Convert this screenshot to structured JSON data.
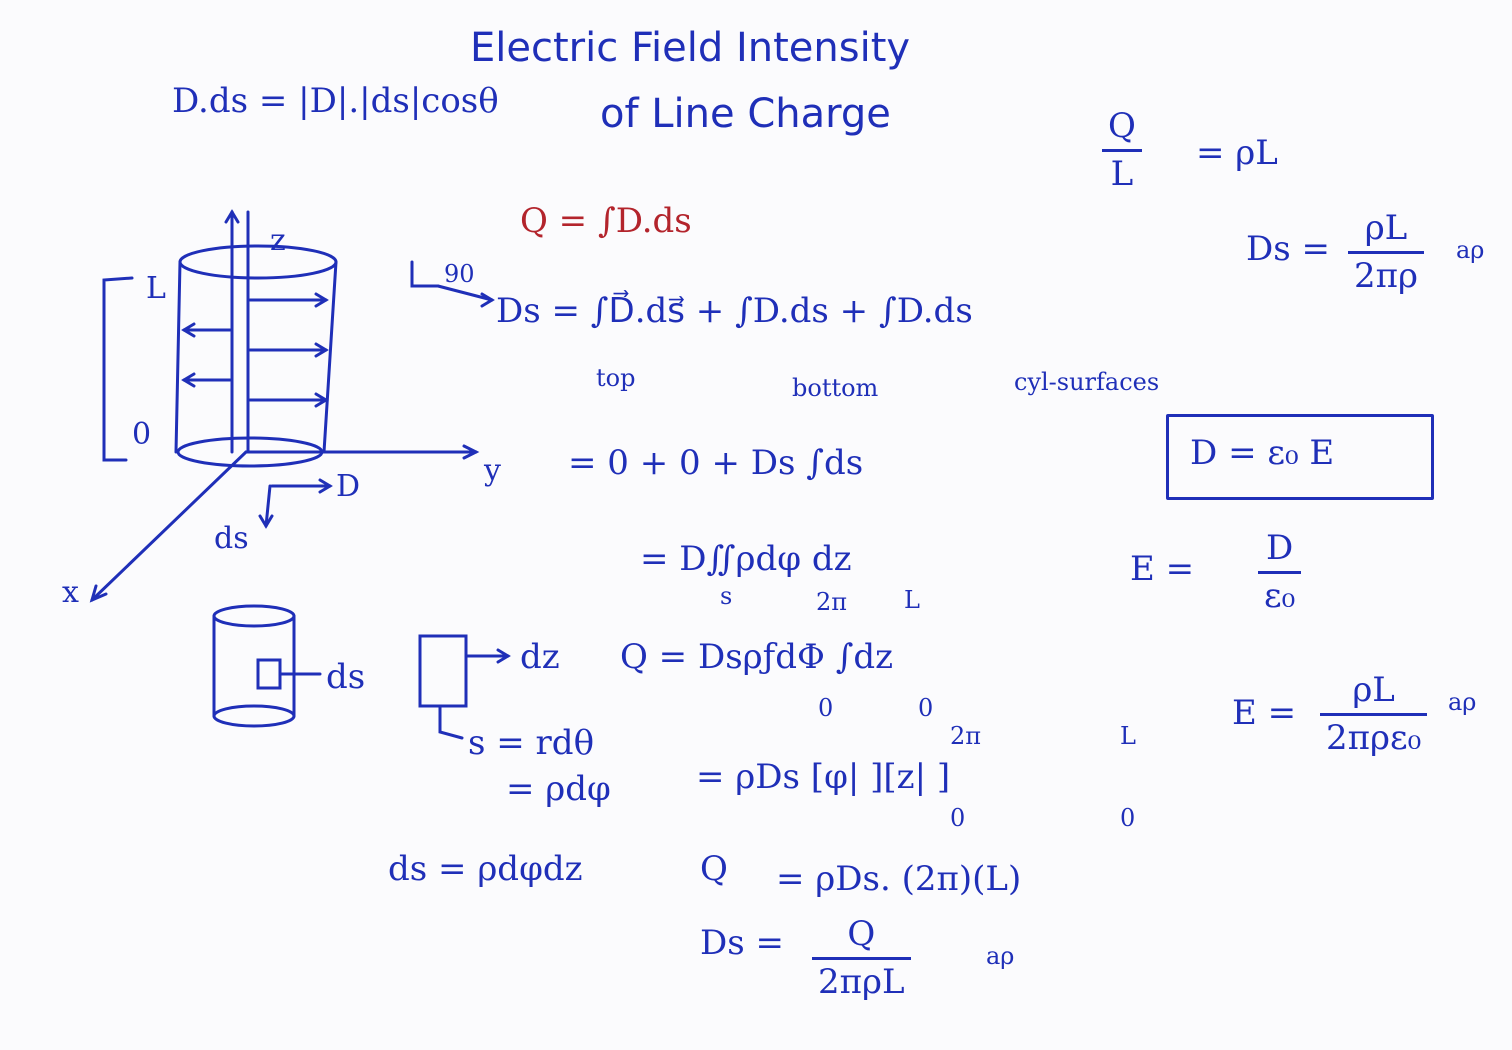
{
  "title": {
    "line1": "Electric   Field   Intensity",
    "line2": "of  Line  Charge"
  },
  "notes": {
    "dot_product": "D.ds = |D|.|ds|cosθ",
    "q_over_l": {
      "num": "Q",
      "den": "L",
      "rhs": "= ρL"
    },
    "ds_field": {
      "lhs": "Ds =",
      "num": "ρL",
      "den": "2πρ",
      "unit": "aρ"
    },
    "constitutive": "D = ε₀ E",
    "e_over": {
      "lhs": "E =",
      "num": "D",
      "den": "ε₀"
    },
    "e_final": {
      "lhs": "E =",
      "num": "ρL",
      "den": "2πρε₀",
      "unit": "aρ"
    }
  },
  "derivation": {
    "gauss": "Q = ∫D.ds",
    "angle_mark": "90",
    "step1": "Ds = ∫D⃗.ds⃗  + ∫D.ds +  ∫D.ds",
    "label_top": "top",
    "label_bottom": "bottom",
    "label_cyl": "cyl-surfaces",
    "step2": "=  0 + 0 + Ds ∫ds",
    "step3": "= D∬ρdφ dz",
    "step3_limits_a": "s",
    "step3_limits_b": "2π",
    "step3_limits_c": "L",
    "step4": "Q = DsρƒdΦ  ∫dz",
    "step4_lim_a": "0",
    "step4_lim_b": "0",
    "step5": "= ρDs [φ|  ][z|  ]",
    "step5_upper1": "2π",
    "step5_upper2": "L",
    "step5_lower1": "0",
    "step5_lower2": "0",
    "ds_arc": "s = rdθ",
    "ds_arc2": "= ρdφ",
    "ds_elem": "ds = ρdφdz",
    "q_label": "Q",
    "step6": "= ρDs. (2π)(L)",
    "result": {
      "lhs": "Ds =",
      "num": "Q",
      "den": "2πρL",
      "unit": "aρ"
    }
  },
  "figure": {
    "axis_z": "z",
    "axis_y": "y",
    "axis_x": "x",
    "mark_L": "L",
    "mark_0": "0",
    "ds_arrow": "ds",
    "d_arrow": "D",
    "cyl_ds": "ds",
    "dz_label": "dz"
  }
}
